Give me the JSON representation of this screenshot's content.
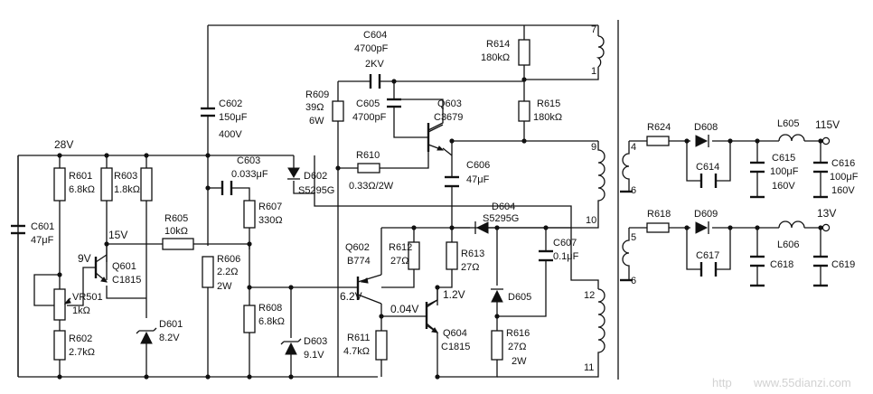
{
  "watermark": {
    "left": "http",
    "right": "www.55dianzi.com"
  },
  "rails": {
    "v28": "28V",
    "v15": "15V",
    "v9": "9V"
  },
  "nodes": {
    "q602_base": "6.2V",
    "q604_base": "0.04V",
    "q604_collector": "1.2V"
  },
  "components": {
    "c601": {
      "ref": "C601",
      "value": "47μF"
    },
    "r601": {
      "ref": "R601",
      "value": "6.8kΩ"
    },
    "r603": {
      "ref": "R603",
      "value": "1.8kΩ"
    },
    "vr501": {
      "ref": "VR501",
      "value": "1kΩ"
    },
    "r602": {
      "ref": "R602",
      "value": "2.7kΩ"
    },
    "q601": {
      "ref": "Q601",
      "value": "C1815"
    },
    "d601": {
      "ref": "D601",
      "value": "8.2V"
    },
    "r605": {
      "ref": "R605",
      "value": "10kΩ"
    },
    "c602": {
      "ref": "C602",
      "value": "150μF",
      "rating": "400V"
    },
    "r606": {
      "ref": "R606",
      "value": "2.2Ω",
      "rating": "2W"
    },
    "c603": {
      "ref": "C603",
      "value": "0.033μF"
    },
    "r607": {
      "ref": "R607",
      "value": "330Ω"
    },
    "d602": {
      "ref": "D602",
      "value": "S5295G"
    },
    "r608": {
      "ref": "R608",
      "value": "6.8kΩ"
    },
    "d603": {
      "ref": "D603",
      "value": "9.1V"
    },
    "r609": {
      "ref": "R609",
      "value": "39Ω",
      "rating": "6W"
    },
    "c604": {
      "ref": "C604",
      "value": "4700pF",
      "rating": "2KV"
    },
    "c605": {
      "ref": "C605",
      "value": "4700pF"
    },
    "r610": {
      "ref": "R610",
      "value": "0.33Ω/2W"
    },
    "q603": {
      "ref": "Q603",
      "value": "C3679"
    },
    "r614": {
      "ref": "R614",
      "value": "180kΩ"
    },
    "r615": {
      "ref": "R615",
      "value": "180kΩ"
    },
    "c606": {
      "ref": "C606",
      "value": "47μF"
    },
    "d604": {
      "ref": "D604",
      "value": "S5295G"
    },
    "q602": {
      "ref": "Q602",
      "value": "B774"
    },
    "r612": {
      "ref": "R612",
      "value": "27Ω"
    },
    "r613": {
      "ref": "R613",
      "value": "27Ω"
    },
    "c607": {
      "ref": "C607",
      "value": "0.1μF"
    },
    "d605": {
      "ref": "D605"
    },
    "r611": {
      "ref": "R611",
      "value": "4.7kΩ"
    },
    "q604": {
      "ref": "Q604",
      "value": "C1815"
    },
    "r616": {
      "ref": "R616",
      "value": "27Ω",
      "rating": "2W"
    },
    "r624": {
      "ref": "R624"
    },
    "d608": {
      "ref": "D608"
    },
    "c614": {
      "ref": "C614"
    },
    "c615": {
      "ref": "C615",
      "value": "100μF",
      "rating": "160V"
    },
    "l605": {
      "ref": "L605"
    },
    "c616": {
      "ref": "C616",
      "value": "100μF",
      "rating": "160V"
    },
    "r618": {
      "ref": "R618"
    },
    "d609": {
      "ref": "D609"
    },
    "c617": {
      "ref": "C617"
    },
    "c618": {
      "ref": "C618"
    },
    "l606": {
      "ref": "L606"
    },
    "c619": {
      "ref": "C619"
    }
  },
  "outputs": {
    "v115": "115V",
    "v13": "13V"
  },
  "transformer_pins": [
    "7",
    "1",
    "9",
    "10",
    "12",
    "11",
    "4",
    "6",
    "5",
    "6"
  ]
}
